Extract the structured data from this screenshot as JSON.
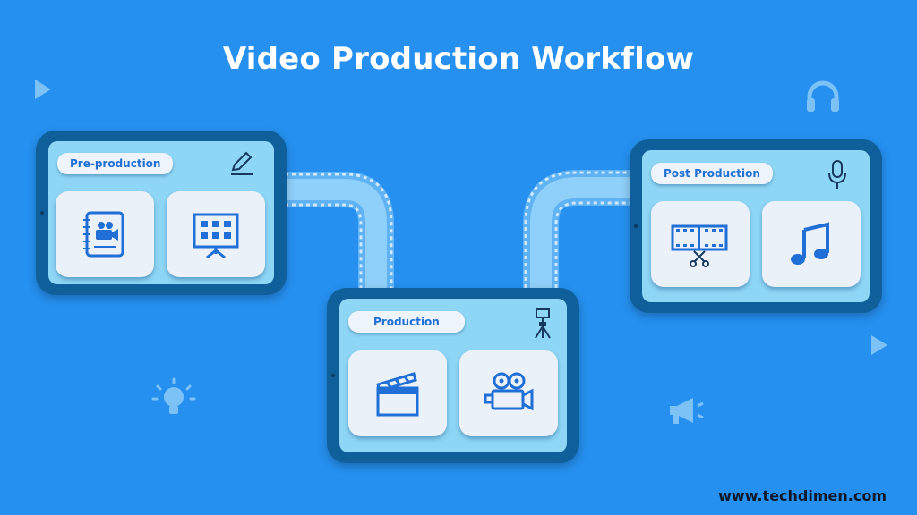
{
  "title": "Video Production Workflow",
  "footer": "www.techdimen.com",
  "stages": [
    {
      "label": "Pre-production",
      "header_icon": "pencil-icon",
      "tiles": [
        "script-storyboard-icon",
        "storyboard-board-icon"
      ]
    },
    {
      "label": "Production",
      "header_icon": "camera-tripod-icon",
      "tiles": [
        "clapperboard-icon",
        "video-camera-icon"
      ]
    },
    {
      "label": "Post Production",
      "header_icon": "microphone-icon",
      "tiles": [
        "film-cut-icon",
        "music-note-icon"
      ]
    }
  ],
  "colors": {
    "background": "#2590f0",
    "tablet": "#0f5f9a",
    "screen": "#8ed6f5",
    "accent": "#1f6fd6"
  }
}
